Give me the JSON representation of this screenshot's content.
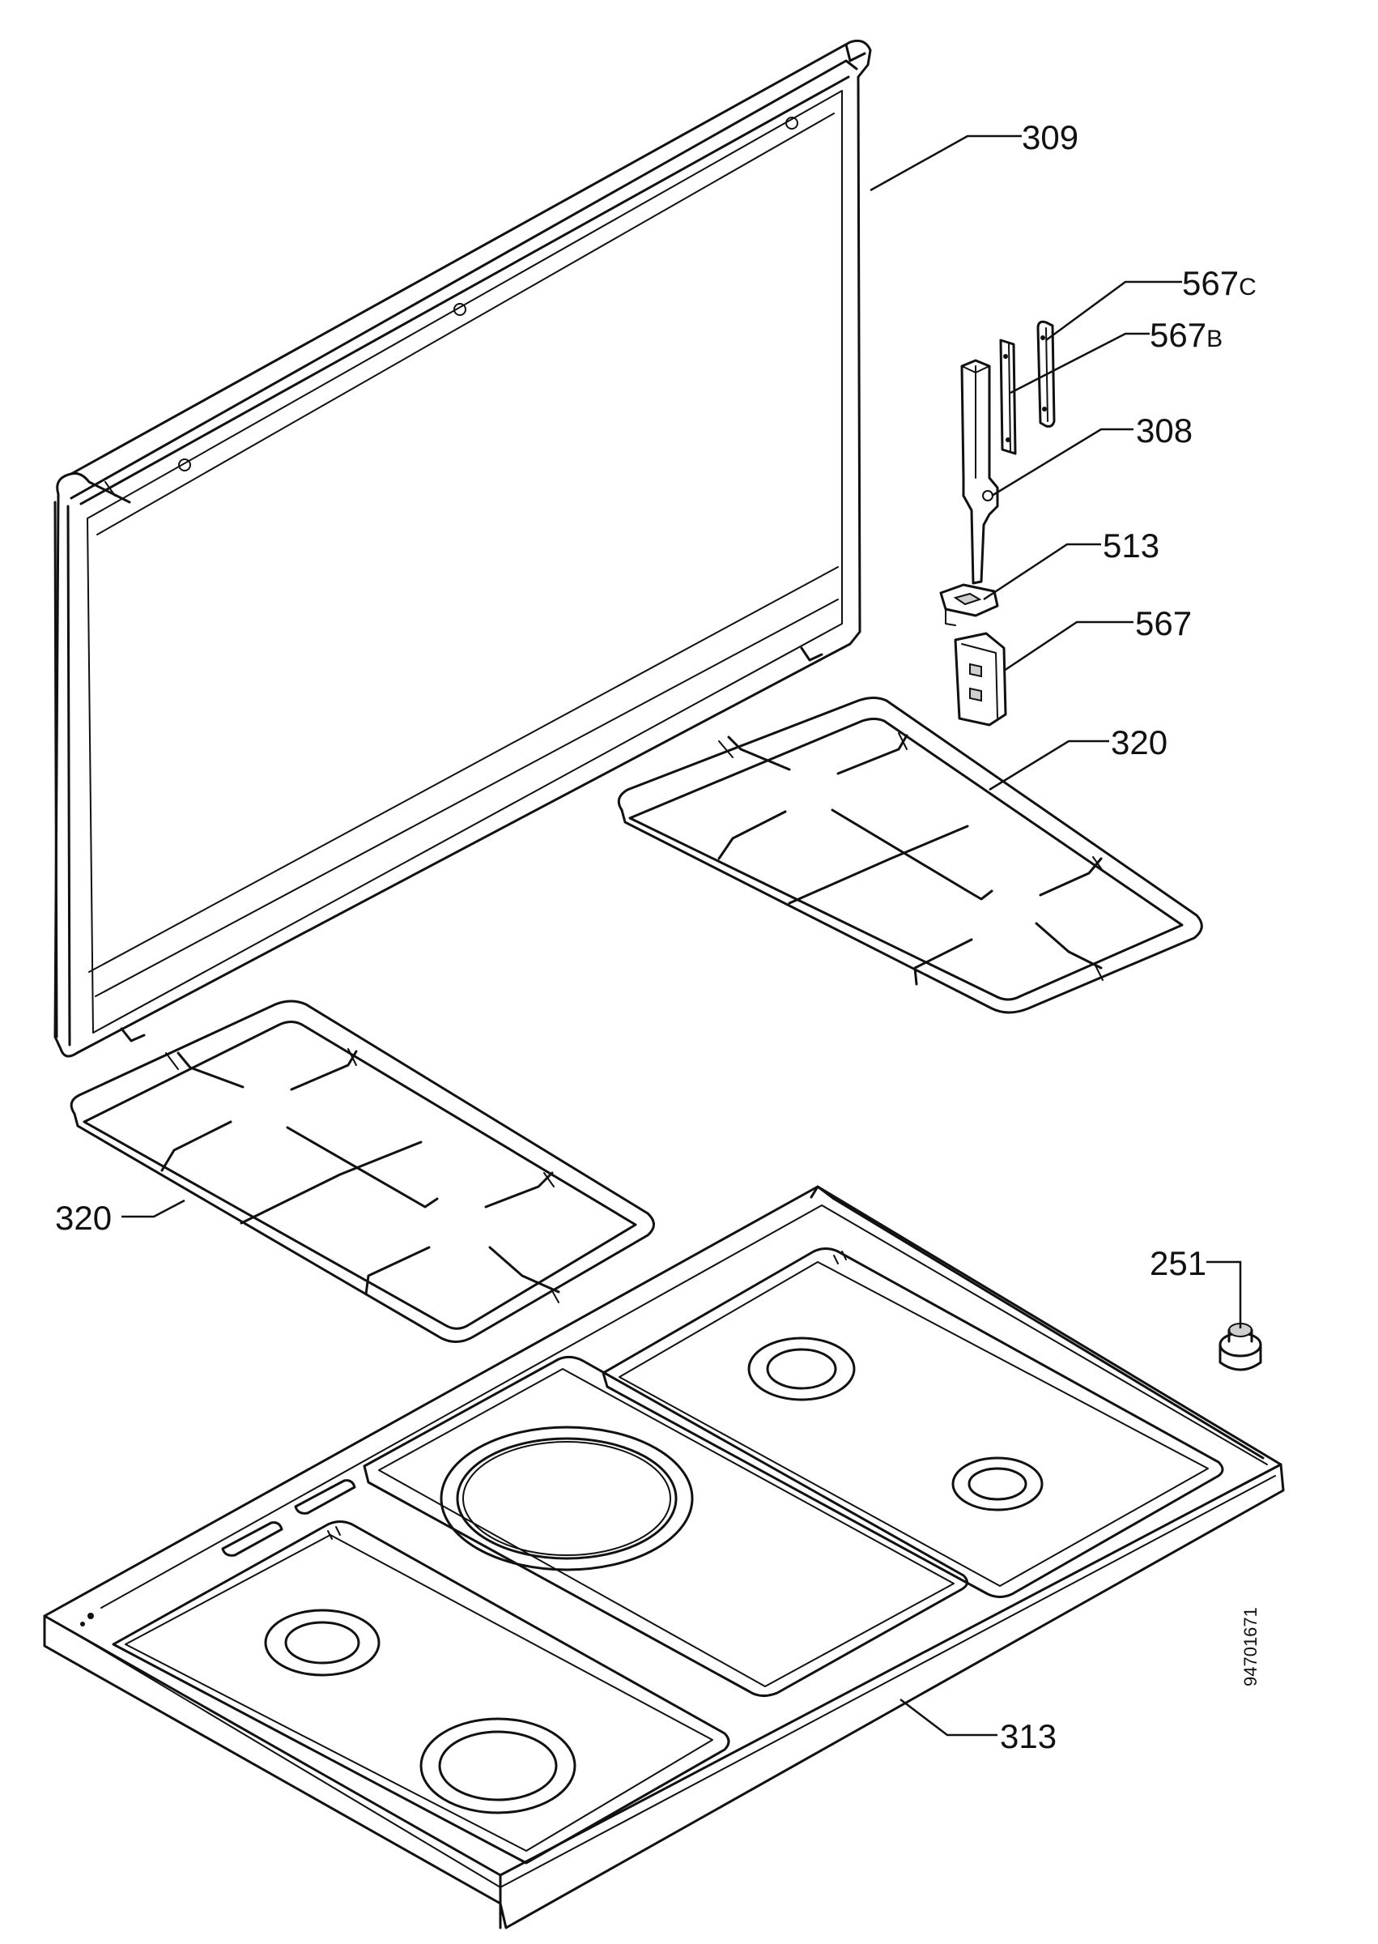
{
  "labels": {
    "p309": "309",
    "p567c_num": "567",
    "p567c_suffix": "C",
    "p567b_num": "567",
    "p567b_suffix": "B",
    "p308": "308",
    "p513": "513",
    "p567": "567",
    "p320_right": "320",
    "p320_left": "320",
    "p251": "251",
    "p313": "313"
  },
  "drawing_code": "94701671"
}
